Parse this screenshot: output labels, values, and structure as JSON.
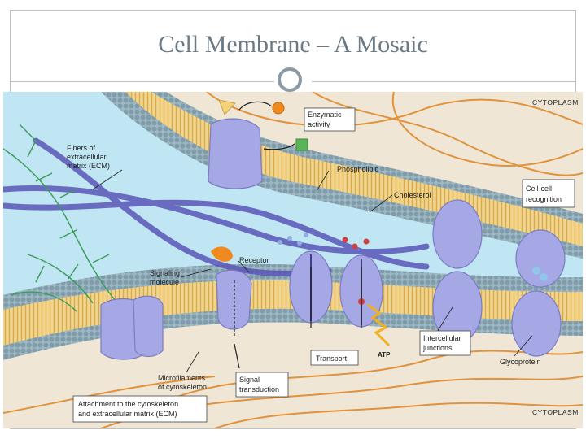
{
  "slide": {
    "title": "Cell Membrane – A Mosaic"
  },
  "figure": {
    "region_labels": {
      "top_right": "CYTOPLASM",
      "bottom_right": "CYTOPLASM"
    },
    "labels": {
      "enzymatic_l1": "Enzymatic",
      "enzymatic_l2": "activity",
      "fibers_l1": "Fibers of",
      "fibers_l2": "extracellular",
      "fibers_l3": "matrix (ECM)",
      "phospholipid": "Phospholipid",
      "cholesterol": "Cholesterol",
      "cellcell_l1": "Cell-cell",
      "cellcell_l2": "recognition",
      "receptor": "Receptor",
      "signaling_l1": "Signaling",
      "signaling_l2": "molecule",
      "transport": "Transport",
      "atp": "ATP",
      "intercellular_l1": "Intercellular",
      "intercellular_l2": "junctions",
      "glycoprotein": "Glycoprotein",
      "microfilaments_l1": "Microfilaments",
      "microfilaments_l2": "of cytoskeleton",
      "signal_l1": "Signal",
      "signal_l2": "transduction",
      "attachment_l1": "Attachment to the cytoskeleton",
      "attachment_l2": "and extracellular matrix (ECM)"
    },
    "colors": {
      "extracellular_fluid": "#bfe6f2",
      "bilayer_head": "#7f9caa",
      "bilayer_tail": "#e6c16a",
      "protein": "#a6a8e6",
      "filament": "#e08a2c",
      "ecm_fiber": "#5a56b8",
      "cytoplasm": "#efe6d6"
    }
  }
}
